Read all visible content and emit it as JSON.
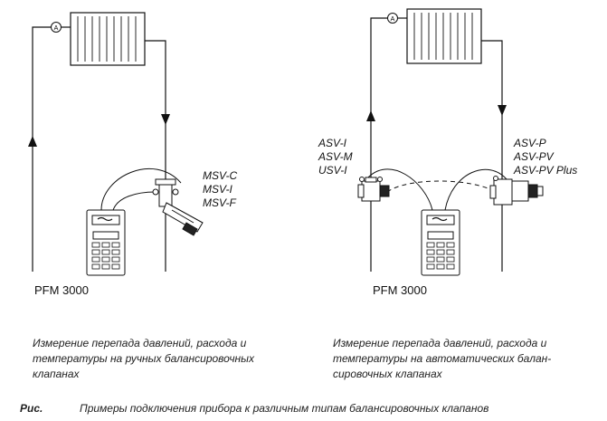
{
  "left_diagram": {
    "valve_labels": [
      "MSV-C",
      "MSV-I",
      "MSV-F"
    ],
    "instrument_label": "PFM 3000",
    "gauge_symbol": "A"
  },
  "right_diagram": {
    "valve_labels_left": [
      "ASV-I",
      "ASV-M",
      "USV-I"
    ],
    "valve_labels_right": [
      "ASV-P",
      "ASV-PV",
      "ASV-PV Plus"
    ],
    "instrument_label": "PFM 3000",
    "gauge_symbol": "A"
  },
  "captions": {
    "left": [
      "Измерение перепада давлений, расхода и",
      "температуры на ручных балансировочных",
      "клапанах"
    ],
    "right": [
      "Измерение перепада давлений, расхода и",
      "температуры на автоматических  балан-",
      "сировочных клапанах"
    ]
  },
  "figure": {
    "prefix": "Рис.",
    "text": "Примеры подключения прибора к различным типам балансировочных клапанов"
  }
}
